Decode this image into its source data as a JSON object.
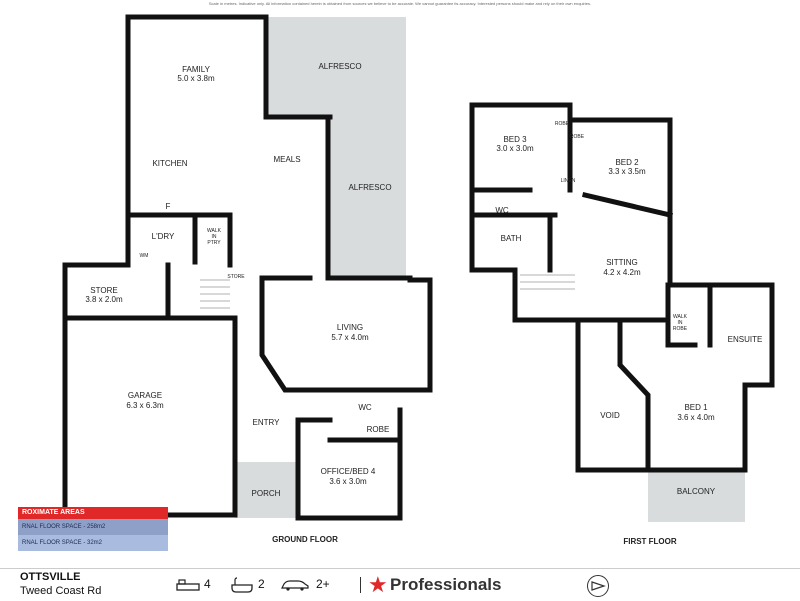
{
  "disclaimer": "Scale in metres. Indicative only. All information contained herein is obtained from sources we believe to be accurate. We cannot guarantee its accuracy. Interested persons should make and rely on their own enquiries.",
  "ground_floor": {
    "label": "GROUND FLOOR",
    "rooms": {
      "family": "FAMILY",
      "family_dim": "5.0 x 3.8m",
      "alfresco_top": "ALFRESCO",
      "alfresco_mid": "ALFRESCO",
      "kitchen": "KITCHEN",
      "meals": "MEALS",
      "fridge": "F",
      "laundry": "L'DRY",
      "wm": "WM",
      "pantry_1": "WALK",
      "pantry_2": "IN",
      "pantry_3": "PTRY",
      "store": "STORE",
      "store_dim": "3.8 x 2.0m",
      "store_small": "STORE",
      "living": "LIVING",
      "living_dim": "5.7 x 4.0m",
      "garage": "GARAGE",
      "garage_dim": "6.3 x 6.3m",
      "wc": "WC",
      "robe": "ROBE",
      "entry": "ENTRY",
      "office": "OFFICE/BED 4",
      "office_dim": "3.6 x 3.0m",
      "porch": "PORCH"
    }
  },
  "first_floor": {
    "label": "FIRST FLOOR",
    "rooms": {
      "bed3": "BED 3",
      "bed3_dim": "3.0 x 3.0m",
      "robe_a": "ROBE",
      "robe_b": "ROBE",
      "bed2": "BED 2",
      "bed2_dim": "3.3 x 3.5m",
      "linen": "LINEN",
      "wc": "WC",
      "bath": "BATH",
      "sitting": "SITTING",
      "sitting_dim": "4.2 x 4.2m",
      "walkin_1": "WALK",
      "walkin_2": "IN",
      "walkin_3": "ROBE",
      "ensuite": "ENSUITE",
      "void": "VOID",
      "bed1": "BED 1",
      "bed1_dim": "3.6 x 4.0m",
      "balcony": "BALCONY"
    }
  },
  "legend": {
    "header": "ROXIMATE AREAS",
    "internal": "RNAL FLOOR SPACE - 258m2",
    "external": "RNAL FLOOR SPACE - 32m2"
  },
  "footer": {
    "suburb": "OTTSVILLE",
    "street": "Tweed Coast Rd",
    "beds": "4",
    "baths": "2",
    "cars": "2+",
    "brand": "Professionals"
  },
  "colors": {
    "wall": "#111111",
    "shaded": "#d9dcdd",
    "brand_red": "#e02828",
    "legend_blue": "#8fa0c8"
  }
}
